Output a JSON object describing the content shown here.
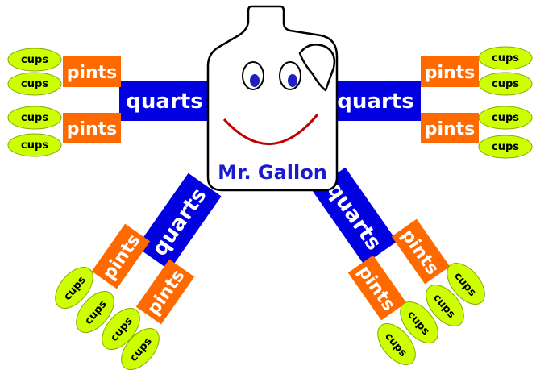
{
  "jug": {
    "name": "Mr. Gallon",
    "body_color": "#ffffff",
    "outline_color": "#000000",
    "eye_color": "#2020c0",
    "mouth_color": "#c00000",
    "name_color": "#1a1ad0"
  },
  "labels": {
    "quart": "quarts",
    "pint": "pints",
    "cup": "cups"
  },
  "colors": {
    "quart": "#0000e0",
    "pint": "#ff6a00",
    "cup": "#ccff00",
    "cup_stroke": "#88aa00"
  },
  "units": {
    "quarts_per_gallon": 4,
    "pints_per_quart": 2,
    "cups_per_pint": 2
  }
}
